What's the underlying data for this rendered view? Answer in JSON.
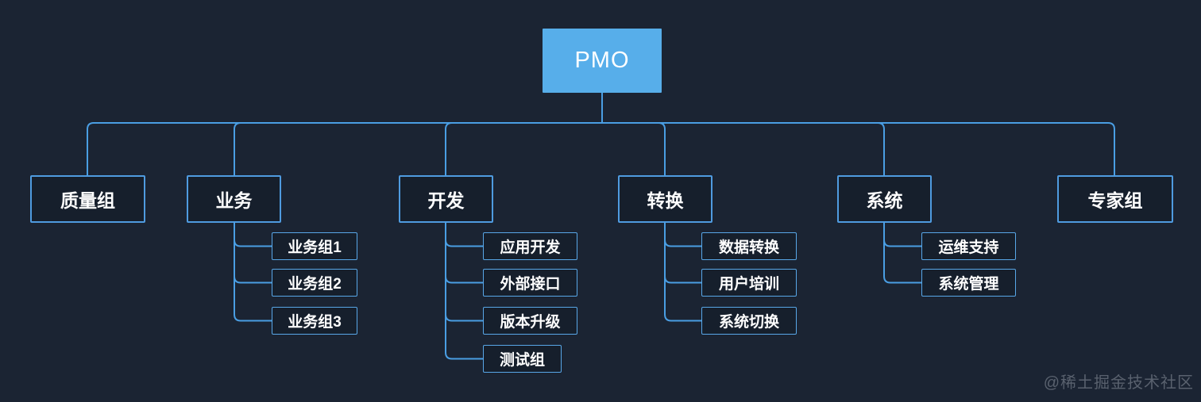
{
  "diagram": {
    "root": {
      "label": "PMO"
    },
    "branches": [
      {
        "label": "质量组",
        "children": []
      },
      {
        "label": "业务",
        "children": [
          {
            "label": "业务组1"
          },
          {
            "label": "业务组2"
          },
          {
            "label": "业务组3"
          }
        ]
      },
      {
        "label": "开发",
        "children": [
          {
            "label": "应用开发"
          },
          {
            "label": "外部接口"
          },
          {
            "label": "版本升级"
          },
          {
            "label": "测试组"
          }
        ]
      },
      {
        "label": "转换",
        "children": [
          {
            "label": "数据转换"
          },
          {
            "label": "用户培训"
          },
          {
            "label": "系统切换"
          }
        ]
      },
      {
        "label": "系统",
        "children": [
          {
            "label": "运维支持"
          },
          {
            "label": "系统管理"
          }
        ]
      },
      {
        "label": "专家组",
        "children": []
      }
    ]
  },
  "watermark": {
    "text": "@稀土掘金技术社区"
  },
  "colors": {
    "bg": "#1b2433",
    "line": "#4a9ee3",
    "box_border": "#4f9be0",
    "leaf_border": "#58a7e8",
    "box_fill": "#161f2c",
    "root_fill": "#57aeea",
    "text": "#ffffff",
    "watermark": "#59616e"
  }
}
